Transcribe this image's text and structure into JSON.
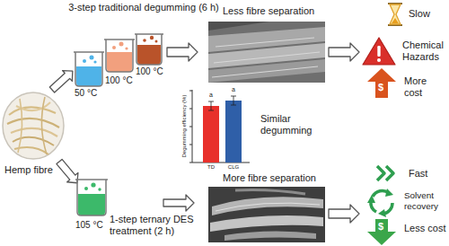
{
  "diagram": {
    "labels": [
      "3-step traditional degumming (6 h)",
      "50 °C",
      "100 °C",
      "100 °C",
      "Less fibre separation",
      "Slow",
      "Chemical Hazards",
      "More cost",
      "$",
      "Hemp fibre",
      "Similar degumming",
      "Degumming efficiency (%)",
      "TD",
      "CLG",
      "a",
      "a",
      "105 °C",
      "1-step ternary DES treatment (2 h)",
      "More fibre separation",
      "Fast",
      "Solvent recovery",
      "Less cost",
      "$"
    ]
  }
}
